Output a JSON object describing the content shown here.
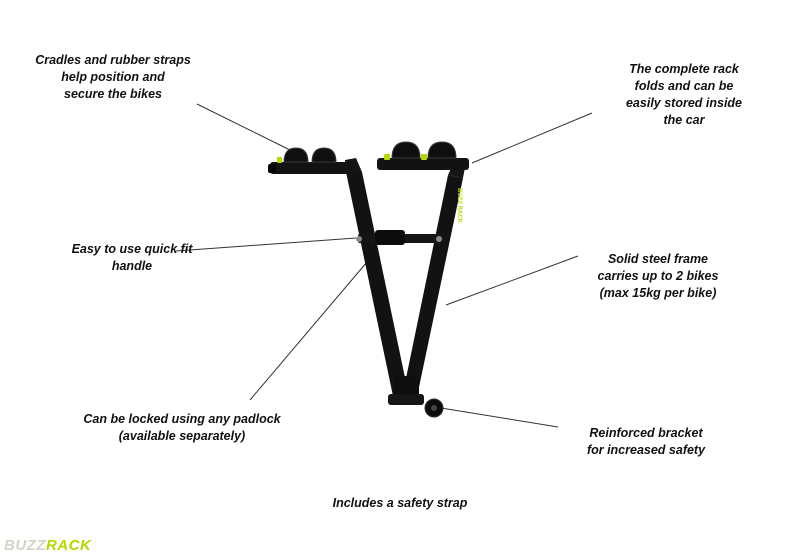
{
  "callouts": {
    "cradles": [
      "Cradles and rubber straps",
      "help position and",
      "secure the bikes"
    ],
    "folds": [
      "The complete rack",
      "folds and can be",
      "easily stored inside",
      "the car"
    ],
    "handle": [
      "Easy to use quick fit",
      "handle"
    ],
    "frame": [
      "Solid steel frame",
      "carries up to 2 bikes",
      "(max 15kg per bike)"
    ],
    "padlock": [
      "Can be locked using any padlock",
      "(available separately)"
    ],
    "bracket": [
      "Reinforced bracket",
      "for increased safety"
    ],
    "strap": [
      "Includes a safety strap"
    ]
  },
  "product_label": "BUZZ RACK",
  "logo": {
    "part1": "BUZZ",
    "part2": "RACK"
  },
  "colors": {
    "frame": "#111111",
    "accent": "#b8d600",
    "text": "#111111"
  }
}
